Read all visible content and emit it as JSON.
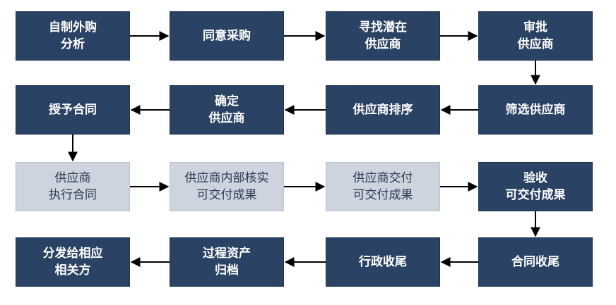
{
  "diagram": {
    "colors": {
      "dark_fill": "#2a4263",
      "light_fill": "#cdd4de",
      "arrow": "#000000"
    },
    "nodes": [
      {
        "id": "make-or-buy",
        "lines": [
          "自制外购",
          "分析"
        ],
        "style": "dark"
      },
      {
        "id": "agree-purchase",
        "lines": [
          "同意采购"
        ],
        "style": "dark"
      },
      {
        "id": "find-potential-supplier",
        "lines": [
          "寻找潜在",
          "供应商"
        ],
        "style": "dark"
      },
      {
        "id": "approval-supplier",
        "lines": [
          "审批",
          "供应商"
        ],
        "style": "dark"
      },
      {
        "id": "grant-contract",
        "lines": [
          "授予合同"
        ],
        "style": "dark"
      },
      {
        "id": "determine-supplier",
        "lines": [
          "确定",
          "供应商"
        ],
        "style": "dark"
      },
      {
        "id": "rank-supplier",
        "lines": [
          "供应商排序"
        ],
        "style": "dark"
      },
      {
        "id": "screen-supplier",
        "lines": [
          "筛选供应商"
        ],
        "style": "dark"
      },
      {
        "id": "supplier-execute-contract",
        "lines": [
          "供应商",
          "执行合同"
        ],
        "style": "light"
      },
      {
        "id": "supplier-internal-verify",
        "lines": [
          "供应商内部核实",
          "可交付成果"
        ],
        "style": "light"
      },
      {
        "id": "supplier-deliver",
        "lines": [
          "供应商交付",
          "可交付成果"
        ],
        "style": "light"
      },
      {
        "id": "verify-deliverables",
        "lines": [
          "验收",
          "可交付成果"
        ],
        "style": "dark"
      },
      {
        "id": "distribute-to-parties",
        "lines": [
          "分发给相应",
          "相关方"
        ],
        "style": "dark"
      },
      {
        "id": "archive-process-assets",
        "lines": [
          "过程资产",
          "归档"
        ],
        "style": "dark"
      },
      {
        "id": "administrative-closure",
        "lines": [
          "行政收尾"
        ],
        "style": "dark"
      },
      {
        "id": "contract-closure",
        "lines": [
          "合同收尾"
        ],
        "style": "dark"
      }
    ],
    "edges": [
      {
        "from": "make-or-buy",
        "to": "agree-purchase"
      },
      {
        "from": "agree-purchase",
        "to": "find-potential-supplier"
      },
      {
        "from": "find-potential-supplier",
        "to": "approval-supplier"
      },
      {
        "from": "approval-supplier",
        "to": "screen-supplier"
      },
      {
        "from": "screen-supplier",
        "to": "rank-supplier"
      },
      {
        "from": "rank-supplier",
        "to": "determine-supplier"
      },
      {
        "from": "determine-supplier",
        "to": "grant-contract"
      },
      {
        "from": "grant-contract",
        "to": "supplier-execute-contract"
      },
      {
        "from": "supplier-execute-contract",
        "to": "supplier-internal-verify"
      },
      {
        "from": "supplier-internal-verify",
        "to": "supplier-deliver"
      },
      {
        "from": "supplier-deliver",
        "to": "verify-deliverables"
      },
      {
        "from": "verify-deliverables",
        "to": "contract-closure"
      },
      {
        "from": "contract-closure",
        "to": "administrative-closure"
      },
      {
        "from": "administrative-closure",
        "to": "archive-process-assets"
      },
      {
        "from": "archive-process-assets",
        "to": "distribute-to-parties"
      }
    ]
  }
}
